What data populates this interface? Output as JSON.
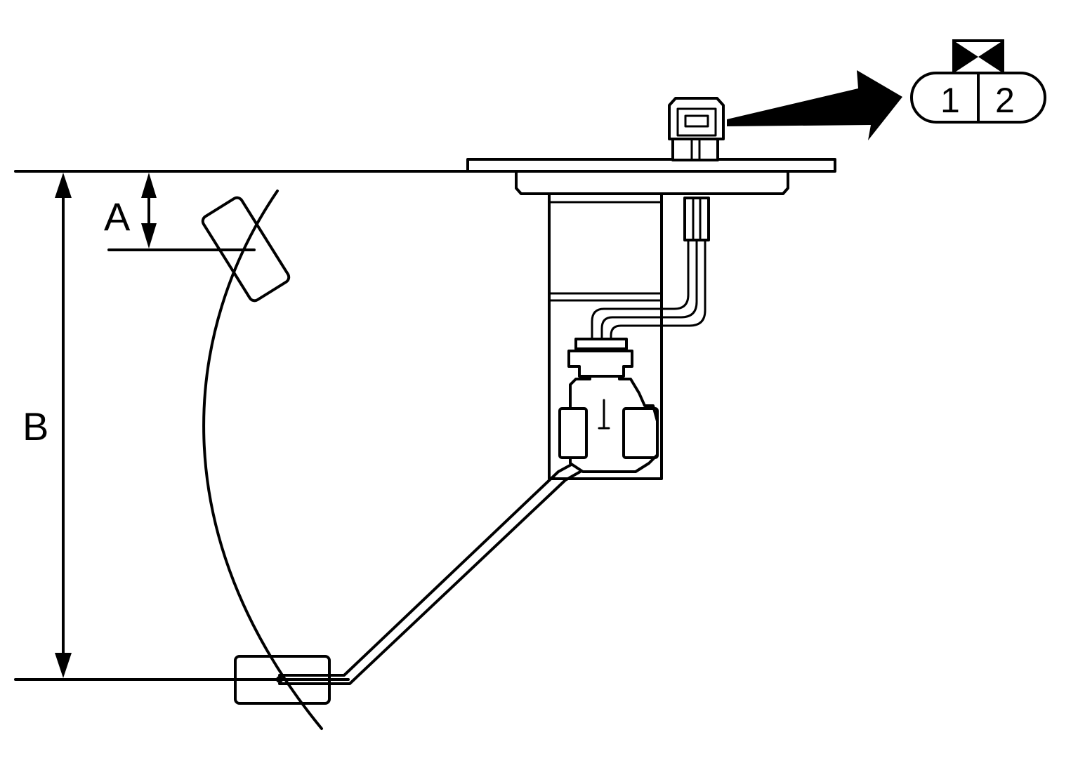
{
  "labels": {
    "dimension_a": "A",
    "dimension_b": "B",
    "connector_pin_1": "1",
    "connector_pin_2": "2"
  },
  "colors": {
    "line": "#000000",
    "background": "#ffffff"
  },
  "icons": {
    "connector_symbol": "bowtie-terminal-icon",
    "direction_arrow": "arrow-right-icon"
  }
}
